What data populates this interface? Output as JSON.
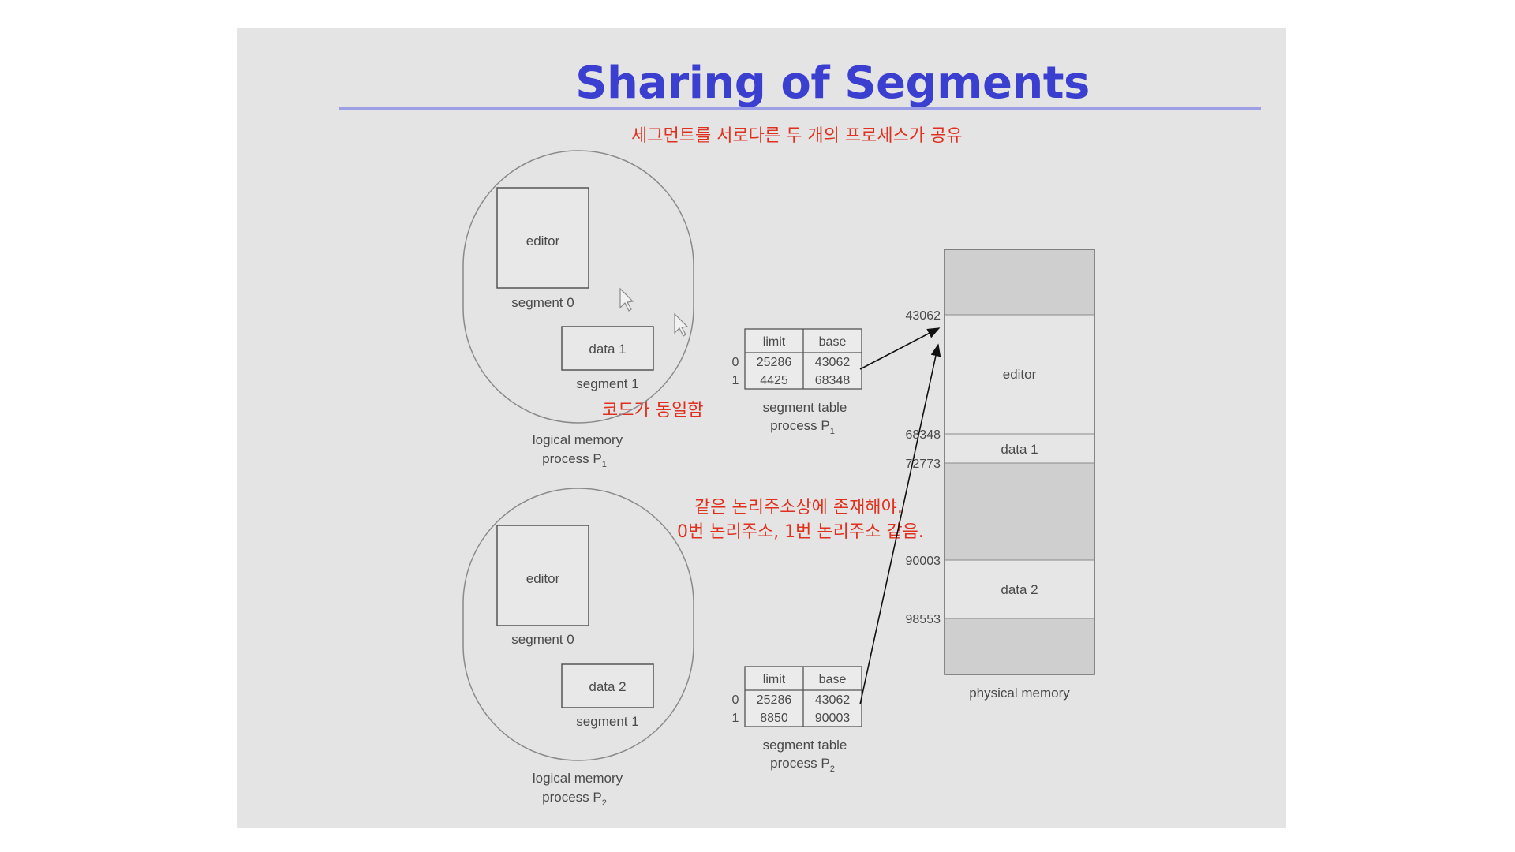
{
  "slide": {
    "title": "Sharing of Segments",
    "annotations": {
      "top": "세그먼트를 서로다른 두 개의 프로세스가 공유",
      "code_same": "코드가 동일함",
      "line1": "같은 논리주소상에 존재해야.",
      "line2": "0번 논리주소, 1번 논리주소 같음."
    }
  },
  "process1": {
    "segment0_box": "editor",
    "segment0_label": "segment 0",
    "segment1_box": "data 1",
    "segment1_label": "segment 1",
    "memory_label": "logical memory",
    "process_label": "process P",
    "process_sub": "1",
    "table": {
      "headers": [
        "limit",
        "base"
      ],
      "rows": [
        {
          "index": "0",
          "limit": "25286",
          "base": "43062"
        },
        {
          "index": "1",
          "limit": "4425",
          "base": "68348"
        }
      ],
      "caption": "segment table",
      "process_label": "process P",
      "process_sub": "1"
    }
  },
  "process2": {
    "segment0_box": "editor",
    "segment0_label": "segment 0",
    "segment1_box": "data 2",
    "segment1_label": "segment 1",
    "memory_label": "logical memory",
    "process_label": "process P",
    "process_sub": "2",
    "table": {
      "headers": [
        "limit",
        "base"
      ],
      "rows": [
        {
          "index": "0",
          "limit": "25286",
          "base": "43062"
        },
        {
          "index": "1",
          "limit": "8850",
          "base": "90003"
        }
      ],
      "caption": "segment table",
      "process_label": "process P",
      "process_sub": "2"
    }
  },
  "physical_memory": {
    "label": "physical memory",
    "addresses": [
      "43062",
      "68348",
      "72773",
      "90003",
      "98553"
    ],
    "regions": {
      "editor": "editor",
      "data1": "data 1",
      "data2": "data 2"
    }
  },
  "colors": {
    "title": "#3b3fd0",
    "rule": "#9c9fe3",
    "annotation": "#e0301e",
    "slide_bg": "#e4e4e4",
    "occupied": "#cfcfcf",
    "free": "#e6e6e6"
  }
}
